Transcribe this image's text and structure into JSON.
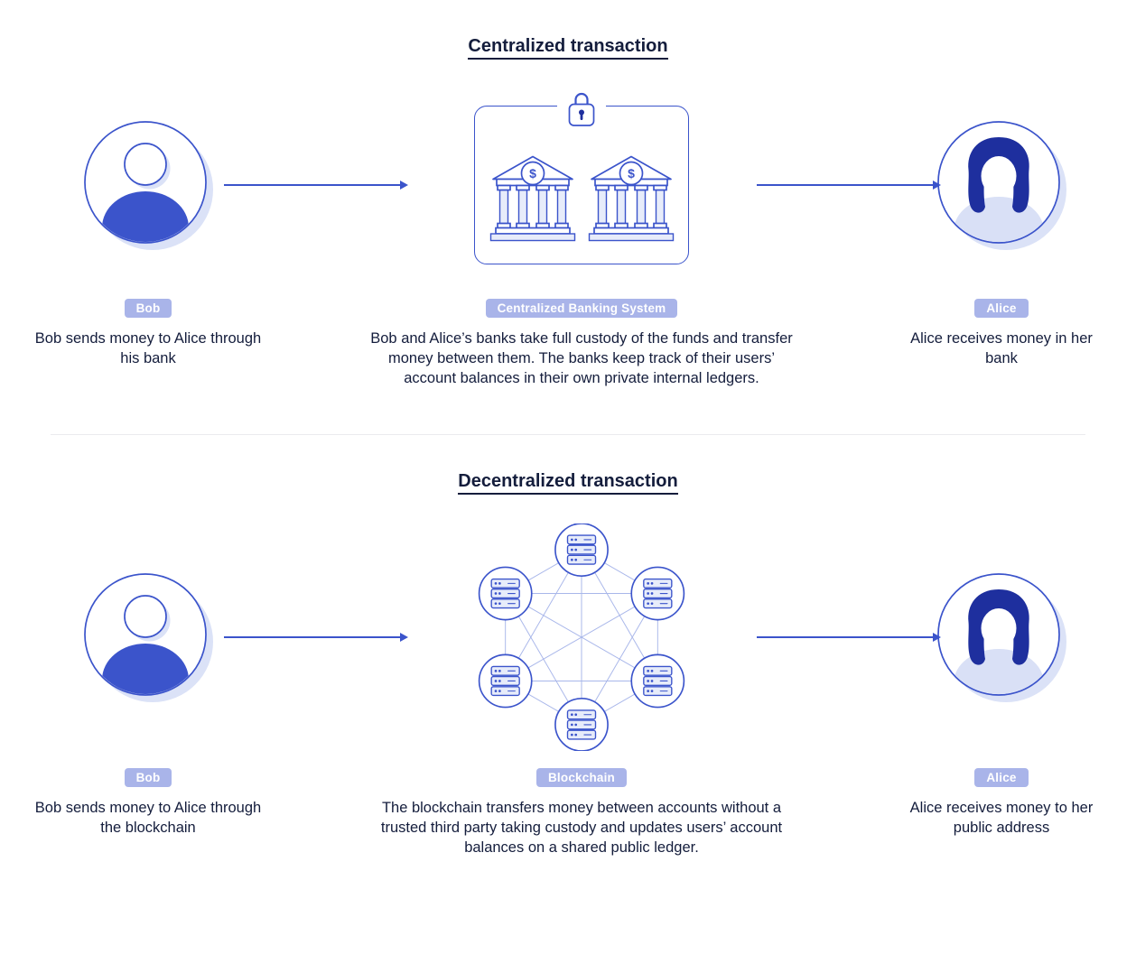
{
  "page": {
    "background": "#ffffff"
  },
  "colors": {
    "primary_blue": "#3b54cb",
    "dark_navy": "#1e2f9e",
    "badge_bg": "#a9b4e9",
    "badge_text": "#ffffff",
    "light_fill": "#e7ecfa",
    "shadow_fill": "#dbe2f7",
    "body_light": "#d9e0f6",
    "edge_line": "#a9b7ea",
    "text_color": "#141d3c",
    "divider": "#ebebee"
  },
  "icons": {
    "sender_avatar": "person-avatar-icon",
    "receiver_avatar": "woman-avatar-icon",
    "centralized_hub": "bank-buildings-icon",
    "lock": "padlock-icon",
    "decentralized_hub": "server-network-icon",
    "arrow": "right-arrow-icon",
    "dollar": "$"
  },
  "sections": [
    {
      "title": "Centralized transaction",
      "sender": {
        "badge": "Bob",
        "caption": "Bob sends money to Alice through his bank"
      },
      "hub": {
        "badge": "Centralized Banking System",
        "caption": "Bob and Alice’s banks take full custody of the funds and transfer money between them. The banks keep track of their users’ account balances in their own private internal ledgers."
      },
      "receiver": {
        "badge": "Alice",
        "caption": "Alice receives money in her bank"
      }
    },
    {
      "title": "Decentralized transaction",
      "sender": {
        "badge": "Bob",
        "caption": "Bob sends money to Alice through the blockchain"
      },
      "hub": {
        "badge": "Blockchain",
        "caption": "The blockchain transfers money between accounts without a trusted third party taking custody and updates users’ account balances on a shared public ledger."
      },
      "receiver": {
        "badge": "Alice",
        "caption": "Alice receives money to her public address"
      }
    }
  ]
}
